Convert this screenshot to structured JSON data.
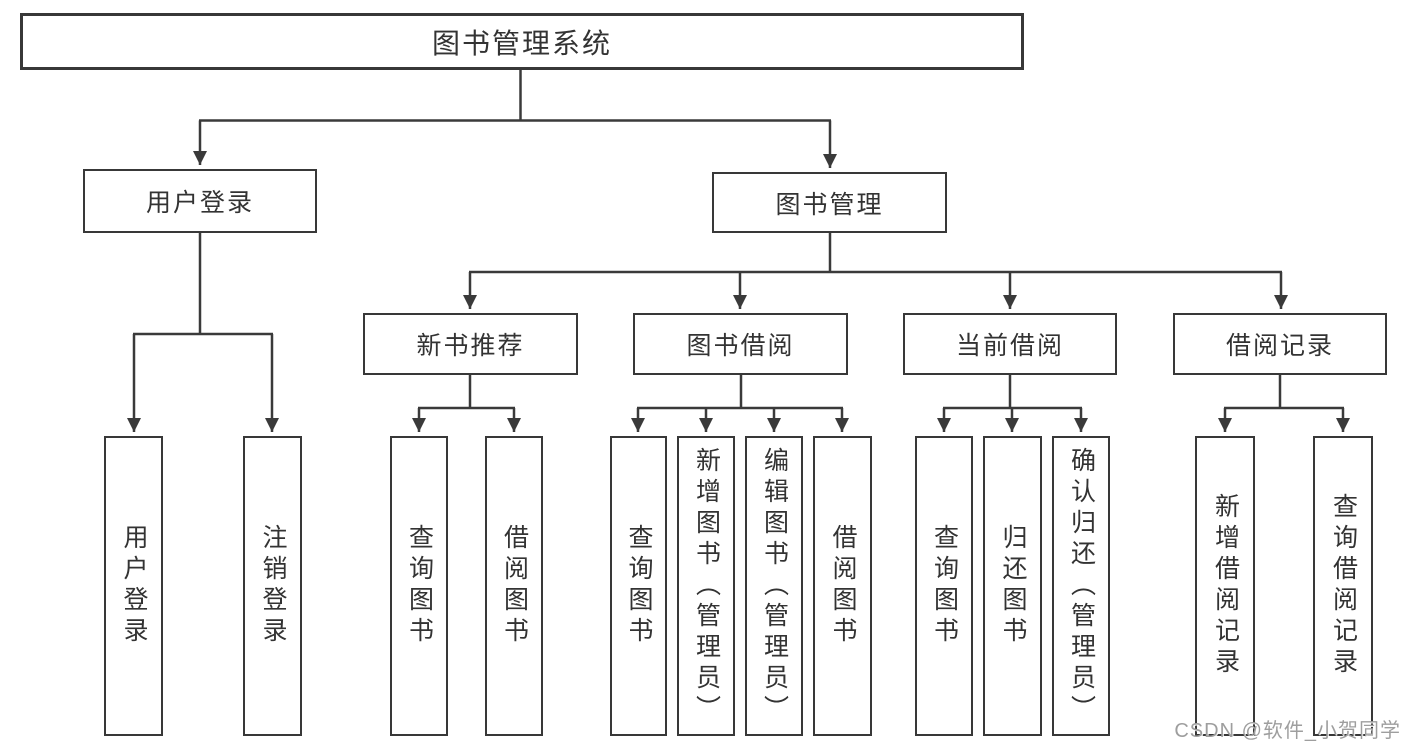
{
  "diagram": {
    "type": "tree",
    "title": "图书管理系统",
    "children": [
      {
        "label": "用户登录",
        "children": [
          {
            "label": "用户登录"
          },
          {
            "label": "注销登录"
          }
        ]
      },
      {
        "label": "图书管理",
        "children": [
          {
            "label": "新书推荐",
            "children": [
              {
                "label": "查询图书"
              },
              {
                "label": "借阅图书"
              }
            ]
          },
          {
            "label": "图书借阅",
            "children": [
              {
                "label": "查询图书"
              },
              {
                "label": "新增图书（管理员）"
              },
              {
                "label": "编辑图书（管理员）"
              },
              {
                "label": "借阅图书"
              }
            ]
          },
          {
            "label": "当前借阅",
            "children": [
              {
                "label": "查询图书"
              },
              {
                "label": "归还图书"
              },
              {
                "label": "确认归还（管理员）"
              }
            ]
          },
          {
            "label": "借阅记录",
            "children": [
              {
                "label": "新增借阅记录"
              },
              {
                "label": "查询借阅记录"
              }
            ]
          }
        ]
      }
    ]
  },
  "watermark": {
    "text": "CSDN @软件_小贺同学"
  },
  "colors": {
    "line": "#3a3a3a",
    "box_border": "#383838",
    "text": "#333333",
    "watermark": "#9e9e9e",
    "background": "#ffffff"
  }
}
